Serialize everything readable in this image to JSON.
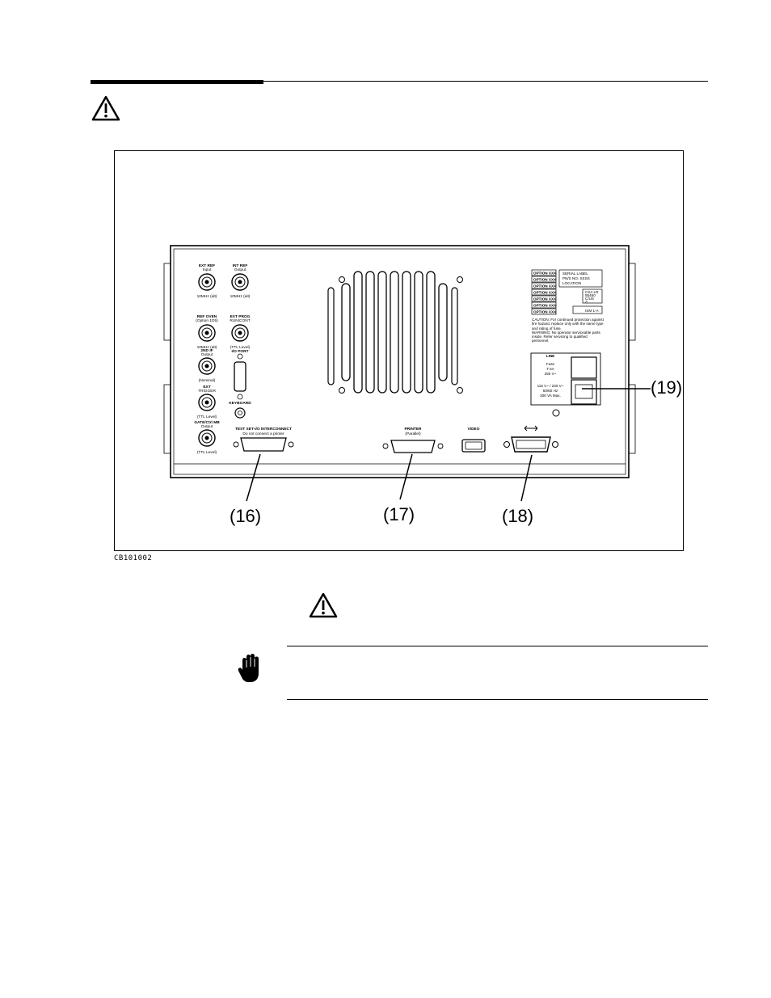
{
  "figure_id": "CB101002",
  "callouts": [
    "(16)",
    "(17)",
    "(18)",
    "(19)"
  ],
  "icons": {
    "header": "caution-triangle-icon",
    "mid": "caution-triangle-icon",
    "note": "hand-stop-icon"
  },
  "panel": {
    "left_labels": [
      {
        "title": "EXT REF",
        "sub": "Input",
        "bottom": "10MHz (alt)"
      },
      {
        "title": "INT REF",
        "sub": "Output",
        "bottom": "10MHz (alt)"
      },
      {
        "title": "REF OVEN",
        "sub": "(Option 1D5)",
        "bottom": "10MHz (alt)"
      },
      {
        "title": "EXT PROG",
        "sub": "RUN/CONT",
        "bottom": "(TTL Level)"
      },
      {
        "title": "2ND IF",
        "sub": "Output",
        "bottom": "(Nominal)"
      },
      {
        "title": "EXT",
        "sub": "TRIGGER",
        "bottom": "(TTL Level)"
      },
      {
        "title": "GATE/Ctrl MB",
        "sub": "Output",
        "bottom": "(TTL Level)"
      }
    ],
    "io_port": "I/O PORT",
    "keyboard": "KEYBOARD",
    "test_set": "TEST SET-I/O INTERCONNECT",
    "test_set_warn": "Do not connect a printer",
    "printer": "PRINTER",
    "printer_sub": "(Parallel)",
    "video": "VIDEO",
    "option_tag": "OPTION XXX",
    "serial": [
      "SERIAL LABEL",
      "PN/S NO. SSSS",
      "LOCATION"
    ],
    "csa": [
      "CSA LR",
      "55450",
      "C/US",
      "A"
    ],
    "ism": "ISM 1-A",
    "caution": "CAUTION: For continued protection against fire hazard, replace only with the same type and rating of fuse.",
    "warning": "WARNING: No operator serviceable parts inside. Refer servicing to qualified personnel.",
    "line": "LINE",
    "fuse": [
      "Fuse",
      "T 5A",
      "250 V~"
    ],
    "voltage": [
      "115 V~ / 230 V~",
      "50/60 Hz",
      "300 VA Max."
    ]
  }
}
